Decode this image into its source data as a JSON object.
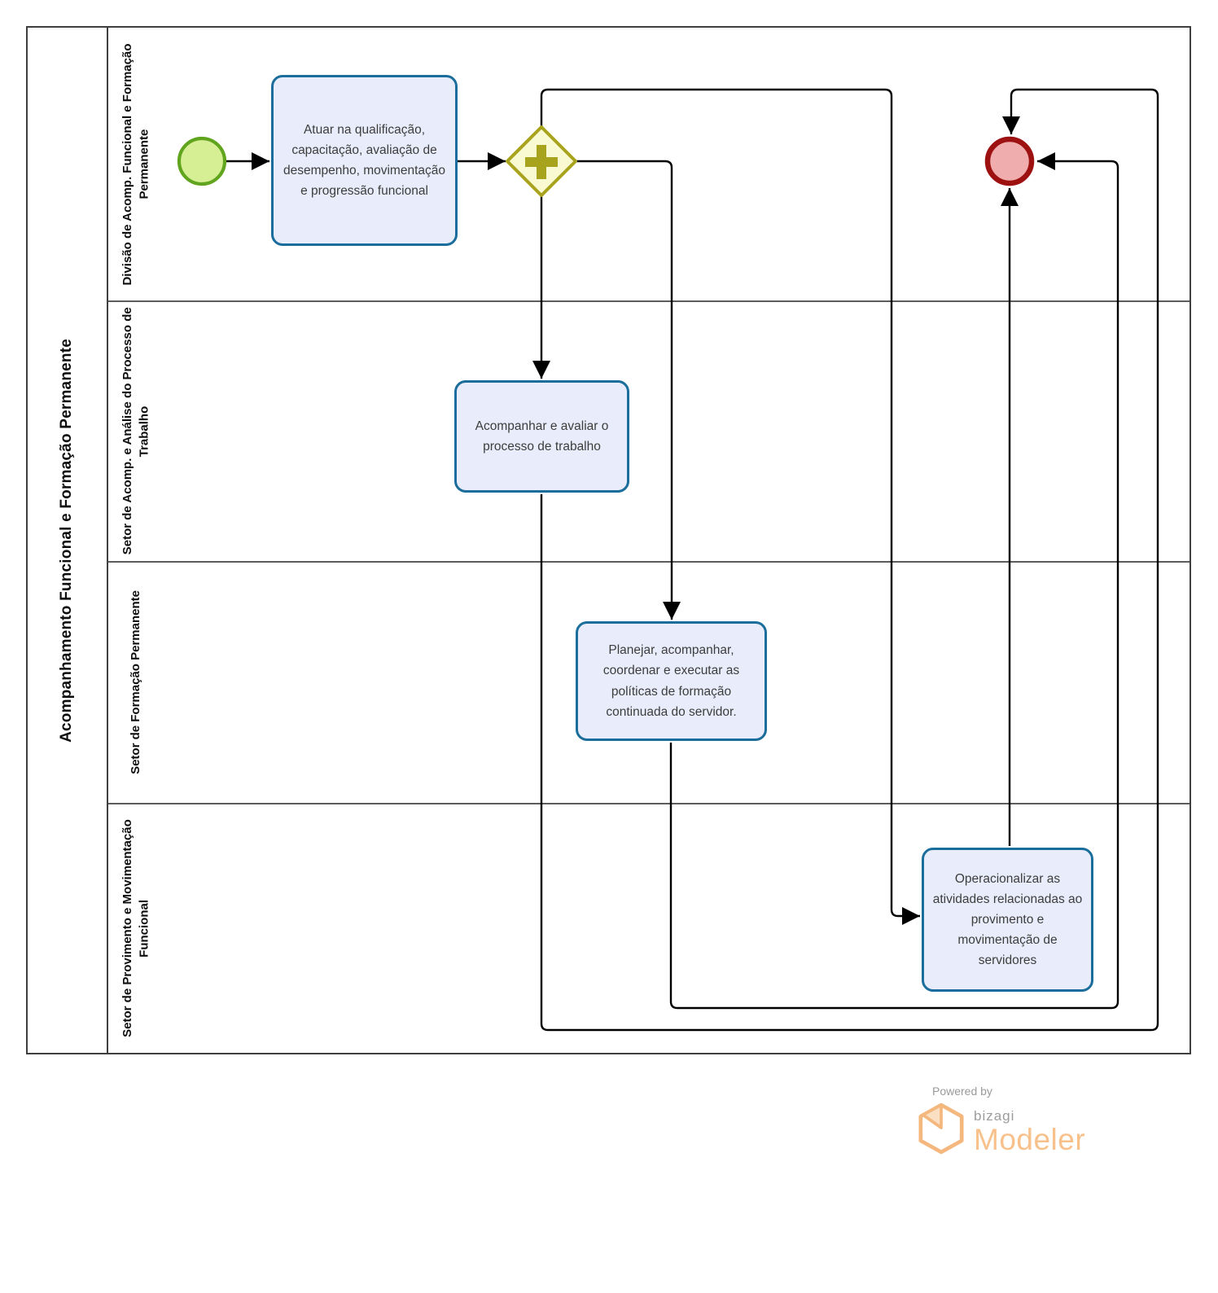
{
  "pool": {
    "title": "Acompanhamento Funcional e Formação Permanente",
    "lanes": [
      {
        "label": "Divisão de Acomp. Funcional e Formação Permanente"
      },
      {
        "label": "Setor de Acomp. e Análise do Processo de Trabalho"
      },
      {
        "label": "Setor de Formação Permanente"
      },
      {
        "label": "Setor de Provimento e Movimentação Funcional"
      }
    ]
  },
  "tasks": [
    {
      "label": "Atuar na qualificação, capacitação, avaliação de desempenho, movimentação e progressão funcional"
    },
    {
      "label": "Acompanhar e avaliar o processo de trabalho"
    },
    {
      "label": "Planejar, acompanhar, coordenar e executar as políticas de formação continuada do servidor."
    },
    {
      "label": "Operacionalizar as atividades relacionadas ao provimento e movimentação de servidores"
    }
  ],
  "events": {
    "start": {
      "type": "start-event",
      "fill": "#d6ef94",
      "stroke": "#61a41e"
    },
    "end": {
      "type": "end-event",
      "fill": "#efadad",
      "stroke": "#9d1111"
    }
  },
  "gateway": {
    "type": "parallel-gateway",
    "fill": "#fafad2",
    "stroke": "#a8a31d"
  },
  "colors": {
    "task_fill": "#e9edfb",
    "task_border": "#1b6d9c",
    "connector": "#000000",
    "pool_border": "#3f3f3f",
    "lane_border": "#5d5d5d",
    "brand_orange": "#f8c18b",
    "brand_gray": "#9a9a9a"
  },
  "footer": {
    "powered_by": "Powered by",
    "brand": "bizagi",
    "product": "Modeler"
  }
}
